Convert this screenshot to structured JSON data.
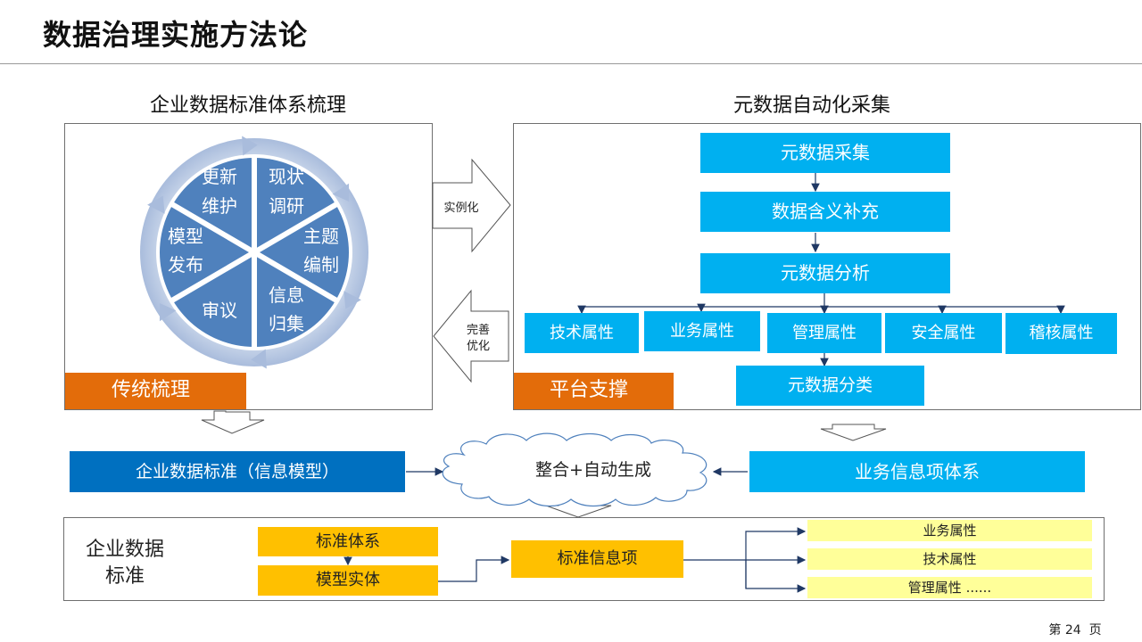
{
  "title": "数据治理实施方法论",
  "left": {
    "heading": "企业数据标准体系梳理",
    "cycle": [
      "更新",
      "维护",
      "现状",
      "调研",
      "模型",
      "发布",
      "主题",
      "编制",
      "审议",
      "信息",
      "归集"
    ],
    "badge": "传统梳理"
  },
  "middle": {
    "forward": "实例化",
    "back_line1": "完善",
    "back_line2": "优化"
  },
  "right": {
    "heading": "元数据自动化采集",
    "steps": [
      "元数据采集",
      "数据含义补充",
      "元数据分析"
    ],
    "attrs": [
      "技术属性",
      "业务属性",
      "管理属性",
      "安全属性",
      "稽核属性"
    ],
    "classify": "元数据分类",
    "badge": "平台支撑"
  },
  "integration": {
    "left_box": "企业数据标准（信息模型）",
    "cloud": "整合+自动生成",
    "right_box": "业务信息项体系"
  },
  "bottom": {
    "label_line1": "企业数据",
    "label_line2": "标准",
    "std_system": "标准体系",
    "model_entity": "模型实体",
    "std_item": "标准信息项",
    "outputs": [
      "业务属性",
      "技术属性",
      "管理属性 ......"
    ]
  },
  "footer": {
    "page": "第 24  页"
  },
  "colors": {
    "orange": "#e36c0a",
    "cyan": "#00b0f0",
    "blue": "#0070c0",
    "yellow": "#ffc000",
    "light_yellow": "#ffff99",
    "wheel": "#4f81bd"
  }
}
